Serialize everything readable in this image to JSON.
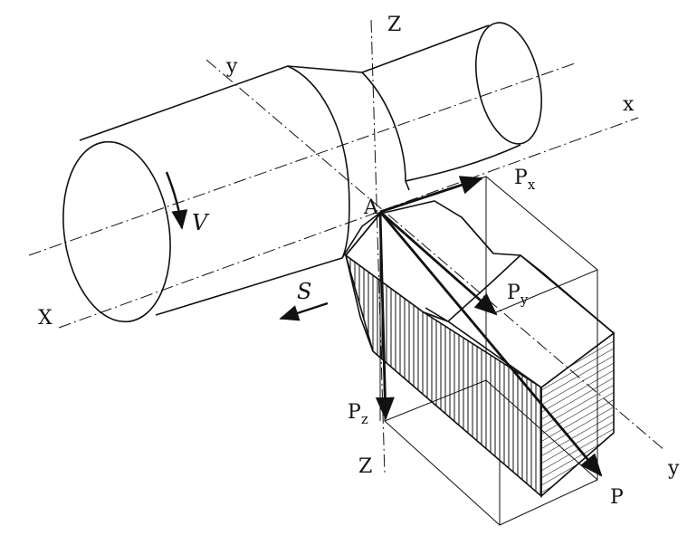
{
  "labels": {
    "Z_top": "Z",
    "Z_bottom": "Z",
    "x_left": "X",
    "x_right": "x",
    "y_top": "y",
    "y_bottom": "y",
    "A": "A",
    "V": "V",
    "S": "S",
    "P": "P",
    "Px_main": "P",
    "Px_sub": "x",
    "Py_main": "P",
    "Py_sub": "y",
    "Pz_main": "P",
    "Pz_sub": "z"
  },
  "colors": {
    "line": "#111111",
    "background": "#ffffff"
  }
}
